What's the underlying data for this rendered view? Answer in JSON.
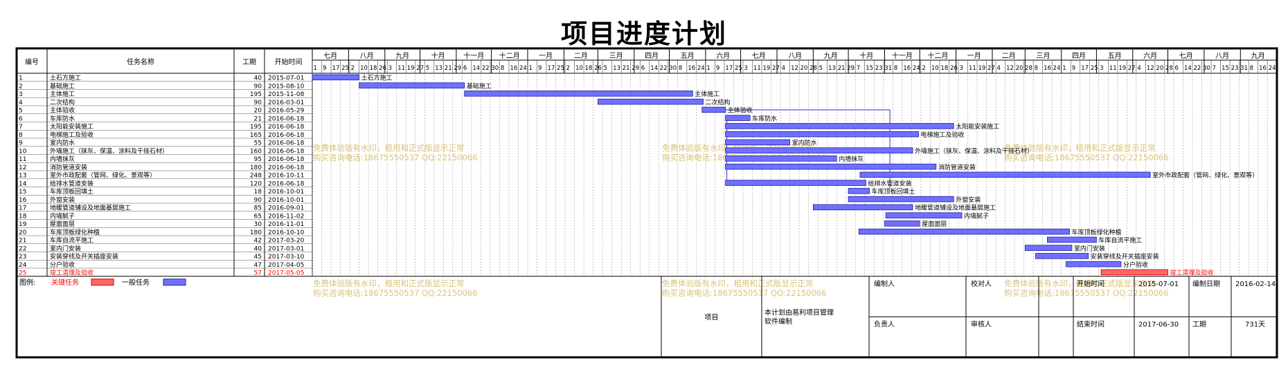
{
  "title": "项目进度计划",
  "columns": {
    "id": "编号",
    "name": "任务名称",
    "duration": "工期",
    "start": "开始时间"
  },
  "colors": {
    "critical_text": "#ff0000",
    "critical_fill": "#ff6666",
    "normal_fill": "#7070ff",
    "watermark": "#d8c27a"
  },
  "chart_data": {
    "type": "gantt",
    "title": "项目进度计划",
    "timeline_start": "2015-07-01",
    "timeline_end": "2017-09-30",
    "months": [
      "七月",
      "八月",
      "九月",
      "十月",
      "十一月",
      "十二月",
      "一月",
      "二月",
      "三月",
      "四月",
      "五月",
      "六月",
      "七月",
      "八月",
      "九月",
      "十月",
      "十一月",
      "十二月",
      "一月",
      "二月",
      "三月",
      "四月",
      "五月",
      "六月",
      "七月",
      "八月",
      "九月"
    ],
    "week_days": [
      [
        "1",
        "9",
        "17",
        "25"
      ],
      [
        "2",
        "10",
        "18",
        "26"
      ],
      [
        "3",
        "11",
        "19",
        "27"
      ],
      [
        "5",
        "13",
        "21",
        "29"
      ],
      [
        "6",
        "14",
        "22",
        "30"
      ],
      [
        "8",
        "16",
        "24"
      ],
      [
        "1",
        "9",
        "17",
        "25"
      ],
      [
        "2",
        "10",
        "18",
        "26"
      ],
      [
        "5",
        "13",
        "21",
        "29"
      ],
      [
        "6",
        "14",
        "22",
        "30"
      ],
      [
        "8",
        "16",
        "24"
      ],
      [
        "1",
        "9",
        "17",
        "25"
      ],
      [
        "3",
        "11",
        "19",
        "27"
      ],
      [
        "4",
        "12",
        "20",
        "28"
      ],
      [
        "5",
        "13",
        "21",
        "29"
      ],
      [
        "7",
        "15",
        "23",
        "31"
      ],
      [
        "8",
        "16",
        "24"
      ],
      [
        "2",
        "10",
        "18",
        "26"
      ],
      [
        "3",
        "11",
        "19",
        "27"
      ],
      [
        "4",
        "12",
        "20",
        "28"
      ],
      [
        "8",
        "16",
        "24"
      ],
      [
        "1",
        "9",
        "17",
        "25"
      ],
      [
        "3",
        "11",
        "19",
        "27"
      ],
      [
        "4",
        "12",
        "20",
        "28"
      ],
      [
        "6",
        "14",
        "22",
        "30"
      ],
      [
        "7",
        "15",
        "23",
        "31"
      ],
      [
        "8",
        "16",
        "24"
      ]
    ],
    "tasks": [
      {
        "id": "1",
        "name": "土石方施工",
        "duration": 40,
        "start": "2015-07-01",
        "critical": false
      },
      {
        "id": "2",
        "name": "基础施工",
        "duration": 90,
        "start": "2015-08-10",
        "critical": false
      },
      {
        "id": "3",
        "name": "主体施工",
        "duration": 195,
        "start": "2015-11-08",
        "critical": false
      },
      {
        "id": "4",
        "name": "二次结构",
        "duration": 90,
        "start": "2016-03-01",
        "critical": false
      },
      {
        "id": "5",
        "name": "主体验收",
        "duration": 20,
        "start": "2016-05-29",
        "critical": false
      },
      {
        "id": "6",
        "name": "车库防水",
        "duration": 21,
        "start": "2016-06-18",
        "critical": false
      },
      {
        "id": "7",
        "name": "太阳能安装施工",
        "duration": 195,
        "start": "2016-06-18",
        "critical": false
      },
      {
        "id": "8",
        "name": "电梯施工及验收",
        "duration": 165,
        "start": "2016-06-18",
        "critical": false
      },
      {
        "id": "9",
        "name": "室内防水",
        "duration": 55,
        "start": "2016-06-18",
        "critical": false
      },
      {
        "id": "10",
        "name": "外墙施工（抹灰、保温、涂料及干挂石材）",
        "duration": 160,
        "start": "2016-06-18",
        "critical": false
      },
      {
        "id": "11",
        "name": "内墙抹灰",
        "duration": 95,
        "start": "2016-06-18",
        "critical": false
      },
      {
        "id": "12",
        "name": "消防管道安装",
        "duration": 180,
        "start": "2016-06-18",
        "critical": false
      },
      {
        "id": "13",
        "name": "室外市政配套（管网、绿化、景观等）",
        "duration": 248,
        "start": "2016-10-11",
        "critical": false
      },
      {
        "id": "14",
        "name": "给排水管道安装",
        "duration": 120,
        "start": "2016-06-18",
        "critical": false
      },
      {
        "id": "15",
        "name": "车库顶板回填土",
        "duration": 18,
        "start": "2016-10-01",
        "critical": false
      },
      {
        "id": "16",
        "name": "外窗安装",
        "duration": 90,
        "start": "2016-10-01",
        "critical": false
      },
      {
        "id": "17",
        "name": "地暖管道铺设及地面基层施工",
        "duration": 85,
        "start": "2016-09-01",
        "critical": false
      },
      {
        "id": "18",
        "name": "内墙腻子",
        "duration": 65,
        "start": "2016-11-02",
        "critical": false
      },
      {
        "id": "19",
        "name": "屋面面层",
        "duration": 30,
        "start": "2016-11-01",
        "critical": false
      },
      {
        "id": "20",
        "name": "车库顶板绿化种植",
        "duration": 180,
        "start": "2016-10-10",
        "critical": false
      },
      {
        "id": "21",
        "name": "车库自流平施工",
        "duration": 42,
        "start": "2017-03-20",
        "critical": false
      },
      {
        "id": "22",
        "name": "室内门安装",
        "duration": 40,
        "start": "2017-03-01",
        "critical": false
      },
      {
        "id": "23",
        "name": "安装穿线及开关插座安装",
        "duration": 45,
        "start": "2017-03-10",
        "critical": false
      },
      {
        "id": "24",
        "name": "分户验收",
        "duration": 47,
        "start": "2017-04-05",
        "critical": false
      },
      {
        "id": "25",
        "name": "竣工清理及验收",
        "duration": 57,
        "start": "2017-05-05",
        "critical": true
      }
    ]
  },
  "watermark": {
    "line1": "免费体验版有水印，租用和正式版显示正常",
    "line2": "购买咨询电话:18675550537 QQ:22150066"
  },
  "legend": {
    "label": "图例:",
    "critical": "关键任务",
    "normal": "一般任务"
  },
  "footer": {
    "project_label": "项目",
    "software_note": "本计划由易利项目管理软件编制",
    "compiler_label": "编制人",
    "checker_label": "校对人",
    "manager_label": "负责人",
    "reviewer_label": "审核人",
    "start_label": "开始时间",
    "start_value": "2015-07-01",
    "date_label": "编制日期",
    "date_value": "2016-02-14",
    "end_label": "结束时间",
    "end_value": "2017-06-30",
    "duration_label": "工期",
    "duration_value": "731天"
  }
}
